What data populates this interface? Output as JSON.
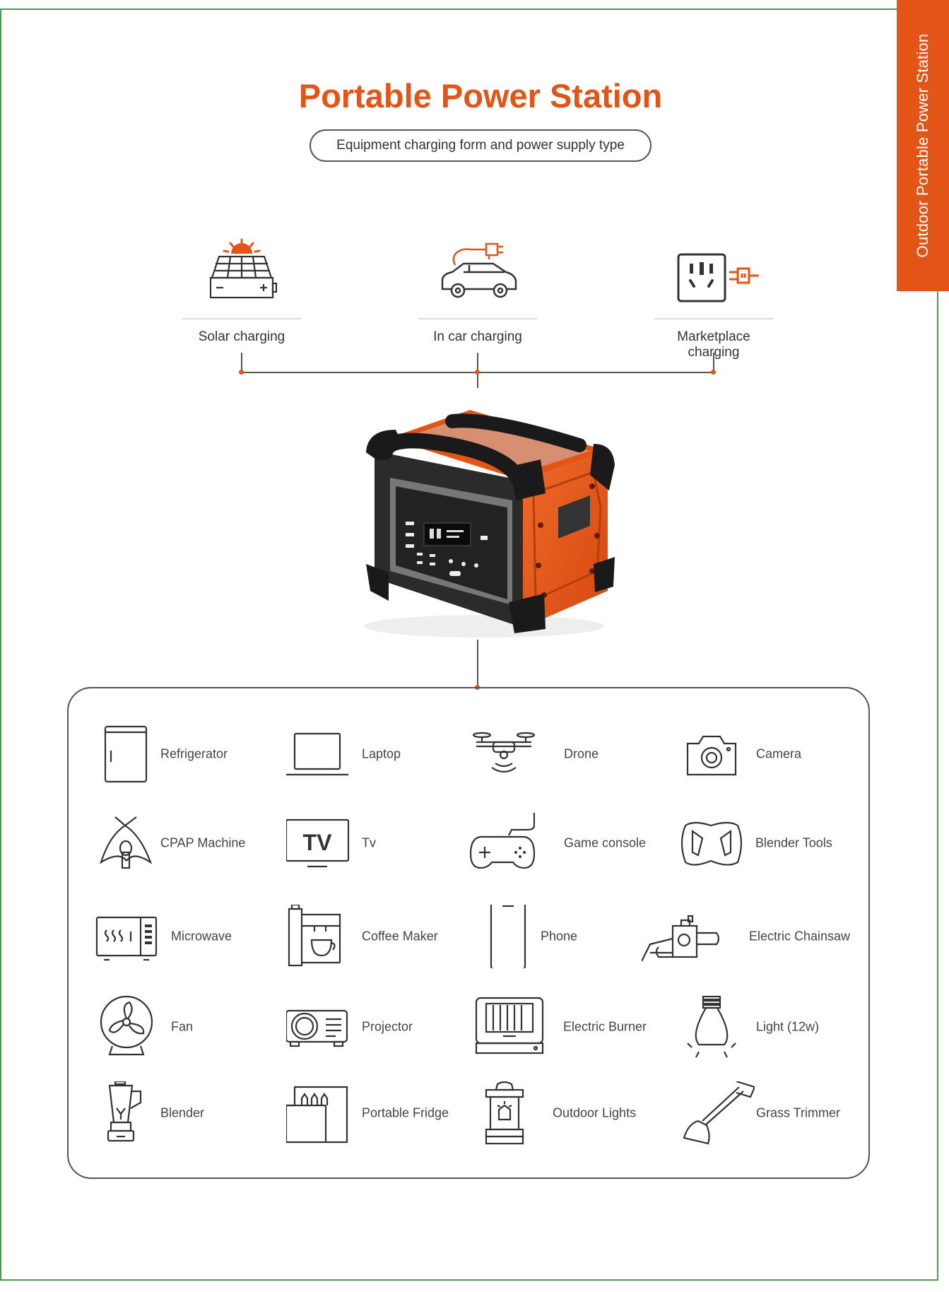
{
  "side_tab": "Outdoor Portable Power Station",
  "title": "Portable Power Station",
  "subtitle": "Equipment charging form and power supply type",
  "accent_color": "#e25516",
  "frame_color": "#4a9a55",
  "charging": [
    {
      "label": "Solar charging",
      "icon": "solar-panel-battery-icon"
    },
    {
      "label": "In car charging",
      "icon": "car-plug-icon"
    },
    {
      "label": "Marketplace charging",
      "icon": "wall-socket-plug-icon"
    }
  ],
  "devices": [
    {
      "label": "Refrigerator",
      "icon": "refrigerator-icon"
    },
    {
      "label": "Laptop",
      "icon": "laptop-icon"
    },
    {
      "label": "Drone",
      "icon": "drone-icon"
    },
    {
      "label": "Camera",
      "icon": "camera-icon"
    },
    {
      "label": "CPAP Machine",
      "icon": "cpap-mask-icon"
    },
    {
      "label": "Tv",
      "icon": "tv-icon"
    },
    {
      "label": "Game console",
      "icon": "gamepad-icon"
    },
    {
      "label": "Blender Tools",
      "icon": "power-tool-icon"
    },
    {
      "label": "Microwave",
      "icon": "microwave-icon"
    },
    {
      "label": "Coffee Maker",
      "icon": "coffee-maker-icon"
    },
    {
      "label": "Phone",
      "icon": "phone-icon"
    },
    {
      "label": "Electric Chainsaw",
      "icon": "chainsaw-icon"
    },
    {
      "label": "Fan",
      "icon": "fan-icon"
    },
    {
      "label": "Projector",
      "icon": "projector-icon"
    },
    {
      "label": "Electric Burner",
      "icon": "electric-burner-icon"
    },
    {
      "label": "Light (12w)",
      "icon": "light-bulb-icon"
    },
    {
      "label": "Blender",
      "icon": "blender-icon"
    },
    {
      "label": "Portable Fridge",
      "icon": "portable-fridge-icon"
    },
    {
      "label": "Outdoor Lights",
      "icon": "lantern-icon"
    },
    {
      "label": "Grass Trimmer",
      "icon": "grass-trimmer-icon"
    }
  ]
}
